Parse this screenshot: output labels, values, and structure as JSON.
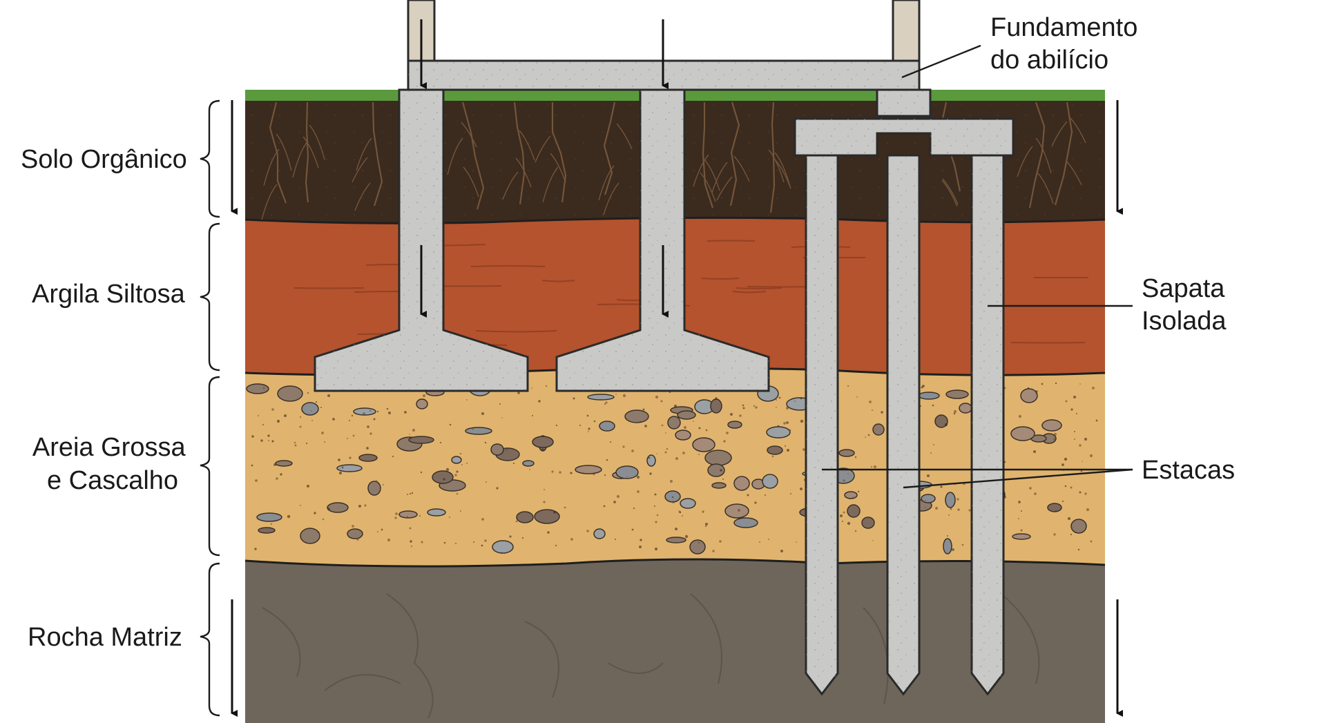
{
  "diagram": {
    "soil_layers": [
      {
        "key": "organic",
        "label_lines": [
          "Solo Orgânico"
        ],
        "color": "#3b2a1e"
      },
      {
        "key": "clay",
        "label_lines": [
          "Argila Siltosa"
        ],
        "color": "#b4532e"
      },
      {
        "key": "sand",
        "label_lines": [
          "Areia Grossa",
          "e Cascalho"
        ],
        "color": "#e0b46e"
      },
      {
        "key": "rock",
        "label_lines": [
          "Rocha Matriz"
        ],
        "color": "#6e655b"
      }
    ],
    "callouts": {
      "foundation": [
        "Fundamento",
        "do abilício"
      ],
      "footing": [
        "Sapata",
        "Isolada"
      ],
      "piles": [
        "Estacas"
      ]
    },
    "colors": {
      "grass": "#5a9a3c",
      "concrete": "#c9c9c7",
      "concrete_edge": "#2a2a2a",
      "wall": "#d9d0c0",
      "gravel": "#8a7a6e",
      "arrow": "#111111"
    },
    "icons": [
      "load-arrow-icon",
      "settlement-arrow-icon",
      "brace-icon"
    ]
  }
}
